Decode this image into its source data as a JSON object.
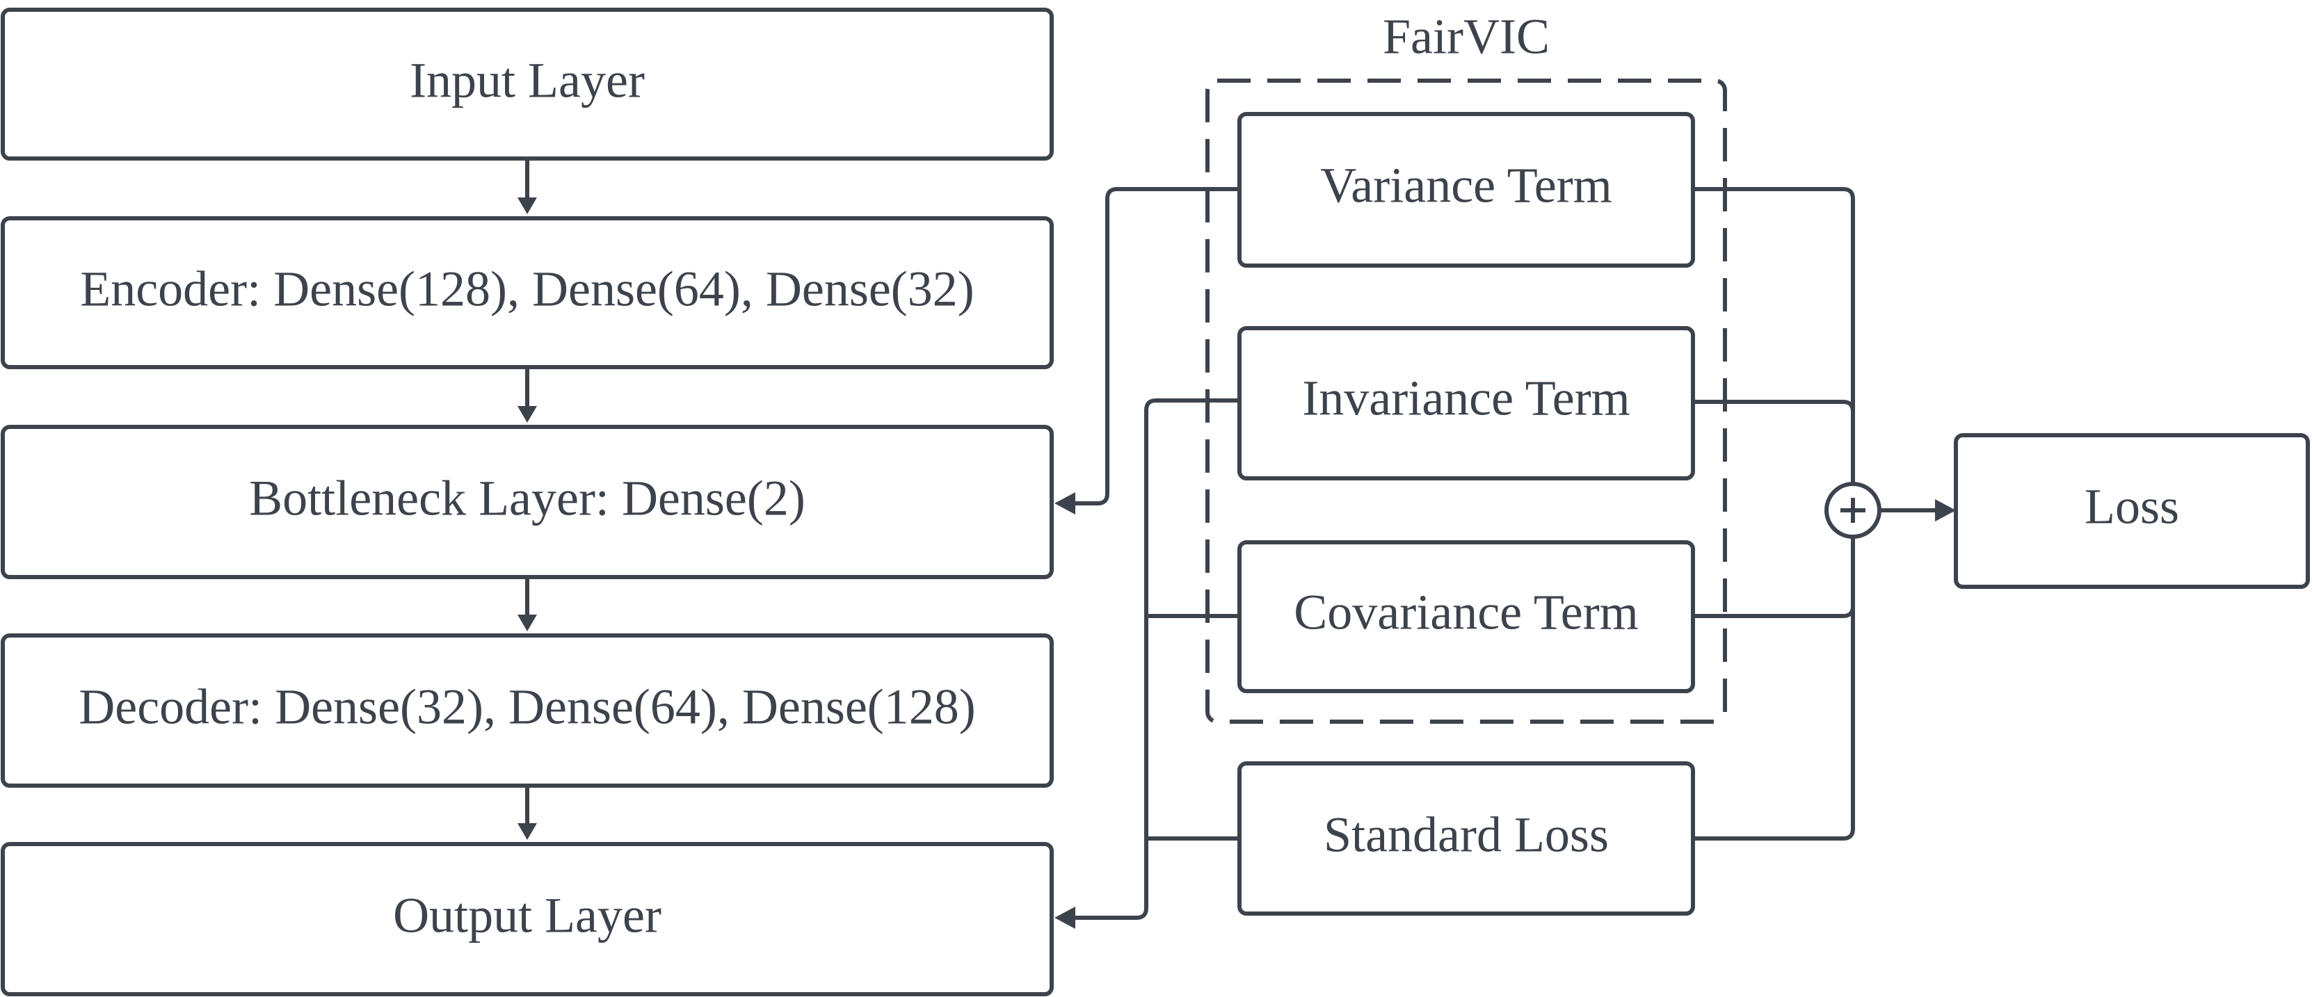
{
  "colors": {
    "stroke": "#3d434c",
    "background": "#ffffff"
  },
  "autoencoder": {
    "input_layer": "Input Layer",
    "encoder": "Encoder: Dense(128), Dense(64), Dense(32)",
    "bottleneck": "Bottleneck Layer: Dense(2)",
    "decoder": "Decoder: Dense(32), Dense(64), Dense(128)",
    "output_layer": "Output Layer"
  },
  "fairvic": {
    "title": "FairVIC",
    "variance": "Variance Term",
    "invariance": "Invariance Term",
    "covariance": "Covariance Term"
  },
  "standard_loss": "Standard Loss",
  "sum_symbol": "+",
  "loss": "Loss"
}
